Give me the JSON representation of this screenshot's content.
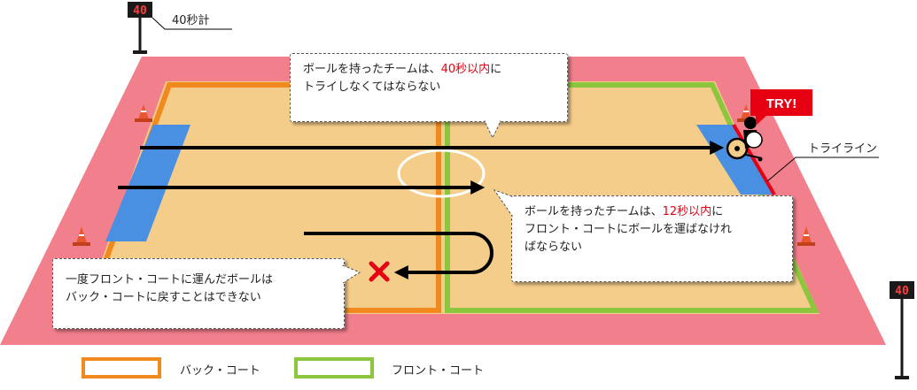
{
  "timer": {
    "display": "40",
    "label": "40秒計"
  },
  "try_badge": "TRY!",
  "try_line_label": "トライライン",
  "callouts": {
    "forty": {
      "pre": "ボールを持ったチームは、",
      "highlight": "40秒以内",
      "post": "に",
      "line2": "トライしなくてはならない"
    },
    "twelve": {
      "pre": "ボールを持ったチームは、",
      "highlight": "12秒以内",
      "post": "に",
      "line2": "フロント・コートにボールを運ばなけれ",
      "line3": "ばならない"
    },
    "no_return": {
      "line1": "一度フロント・コートに運んだボールは",
      "line2": "バック・コートに戻すことはできない"
    }
  },
  "legend": [
    {
      "label": "バック・コート",
      "color": "#f08a1e"
    },
    {
      "label": "フロント・コート",
      "color": "#8cc63f"
    }
  ],
  "colors": {
    "surround": "#f27f8c",
    "court": "#f5cd8a",
    "back_court": "#f08a1e",
    "front_court": "#8cc63f",
    "try_zone": "#4a90e2",
    "highlight": "#e60012",
    "cone": "#e8572d"
  }
}
